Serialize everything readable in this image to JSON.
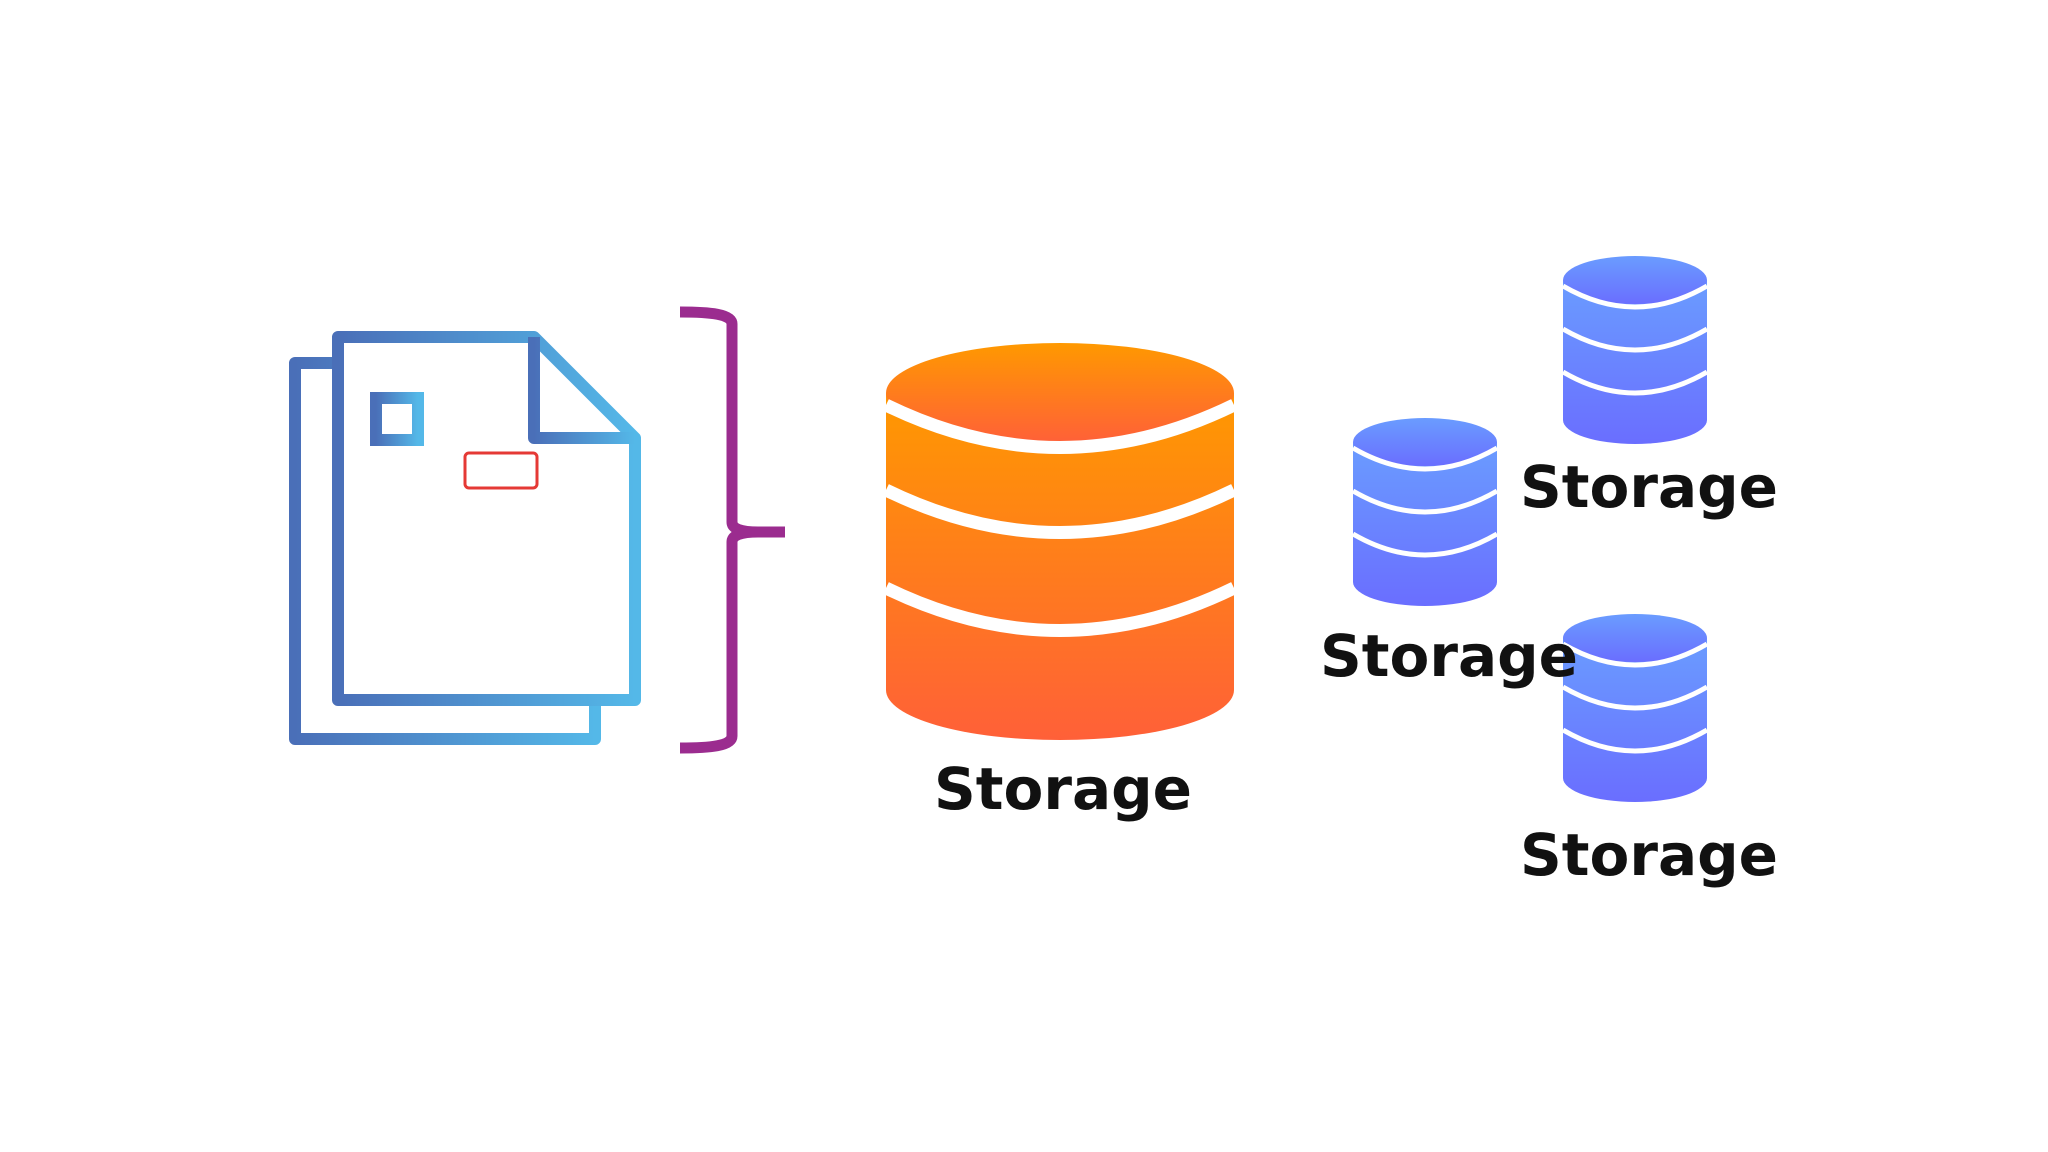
{
  "colors": {
    "document_stroke_start": "#4A6FB8",
    "document_stroke_end": "#54B8E8",
    "highlight_box": "#E53935",
    "bracket": "#9B2C8F",
    "storage_main_top": "#FF9900",
    "storage_main_bottom": "#FF6038",
    "storage_small_top": "#6A9CFF",
    "storage_small_bottom": "#6A6EFF"
  },
  "icons": {
    "document": "document-stack-icon",
    "bracket": "curly-brace-icon",
    "storage_main": "database-icon",
    "storage_small": "database-icon"
  },
  "labels": {
    "storage_center": "Storage",
    "storage_mid": "Storage",
    "storage_top": "Storage",
    "storage_bottom": "Storage"
  }
}
